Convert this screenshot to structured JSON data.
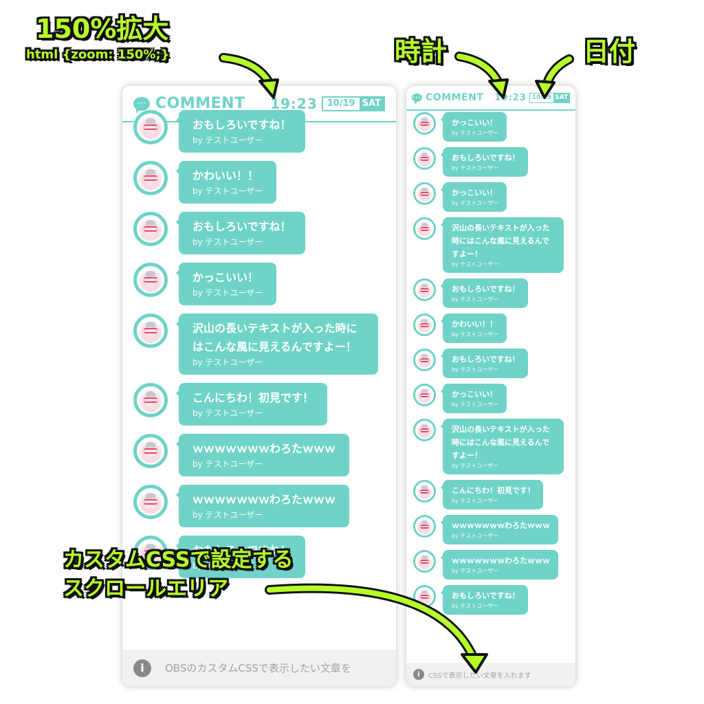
{
  "annotations": {
    "zoom_title": "150%拡大",
    "zoom_code": "html {zoom: 150%;}",
    "clock": "時計",
    "date": "日付",
    "scroll_line1": "カスタムCSSで設定する",
    "scroll_line2": "スクロールエリア"
  },
  "colors": {
    "accent": "#6fd3c7",
    "annotation": "#b7ff2a"
  },
  "header": {
    "title": "COMMENT",
    "time": "19:23",
    "date": "10/19",
    "weekday": "SAT",
    "icon": "speech-bubble-icon"
  },
  "footer": {
    "info_icon": "i",
    "text_left": "OBSのカスタムCSSで表示したい文章を",
    "text_right": "CSSで表示したい文章を入れます"
  },
  "left_comments": [
    {
      "text": "おもしろいですね！",
      "by": "by テストユーザー"
    },
    {
      "text": "かわいい！！",
      "by": "by テストユーザー"
    },
    {
      "text": "おもしろいですね！",
      "by": "by テストユーザー"
    },
    {
      "text": "かっこいい！",
      "by": "by テストユーザー"
    },
    {
      "text": "沢山の長いテキストが入った時にはこんな風に見えるんですよー！",
      "by": "by テストユーザー"
    },
    {
      "text": "こんにちわ！初見です！",
      "by": "by テストユーザー"
    },
    {
      "text": "ｗｗｗｗｗｗｗわろたｗｗｗ",
      "by": "by テストユーザー"
    },
    {
      "text": "ｗｗｗｗｗｗｗわろたｗｗｗ",
      "by": "by テストユーザー"
    },
    {
      "text": "おもしろいですね！",
      "by": "by テストユーザー"
    }
  ],
  "right_comments": [
    {
      "text": "かっこいい！",
      "by": "by テストユーザー"
    },
    {
      "text": "おもしろいですね！",
      "by": "by テストユーザー"
    },
    {
      "text": "かっこいい！",
      "by": "by テストユーザー"
    },
    {
      "text": "沢山の長いテキストが入った時にはこんな風に見えるんですよー！",
      "by": "by テストユーザー"
    },
    {
      "text": "おもしろいですね！",
      "by": "by テストユーザー"
    },
    {
      "text": "かわいい！！",
      "by": "by テストユーザー"
    },
    {
      "text": "おもしろいですね！",
      "by": "by テストユーザー"
    },
    {
      "text": "かっこいい！",
      "by": "by テストユーザー"
    },
    {
      "text": "沢山の長いテキストが入った時にはこんな風に見えるんですよー！",
      "by": "by テストユーザー"
    },
    {
      "text": "こんにちわ！初見です！",
      "by": "by テストユーザー"
    },
    {
      "text": "ｗｗｗｗｗｗｗわろたｗｗｗ",
      "by": "by テストユーザー"
    },
    {
      "text": "ｗｗｗｗｗｗｗわろたｗｗｗ",
      "by": "by テストユーザー"
    },
    {
      "text": "おもしろいですね！",
      "by": "by テストユーザー"
    }
  ]
}
